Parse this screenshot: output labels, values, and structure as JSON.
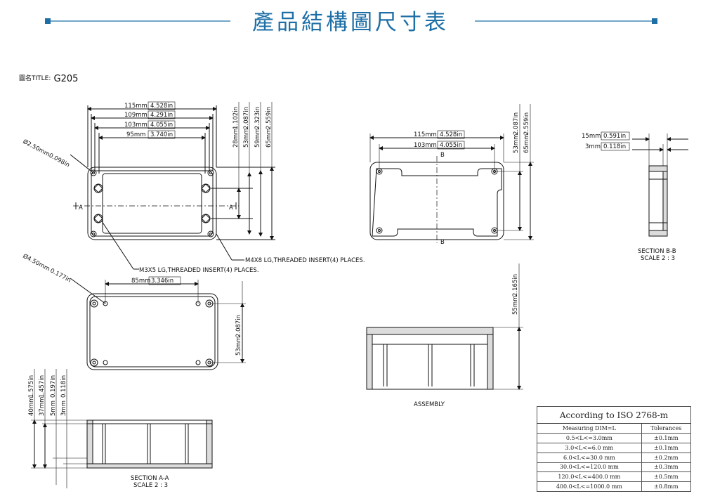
{
  "header": {
    "title": "產品結構圖尺寸表",
    "accent_color": "#1d6fa6"
  },
  "drawing": {
    "title_label": "圖名TITLE:",
    "title_value": "G205"
  },
  "top_view": {
    "dims": [
      "115mm",
      "4.528in",
      "109mm",
      "4.291in",
      "103mm",
      "4.055in",
      "95mm",
      "3.740in"
    ],
    "vdims": [
      "28mm",
      "1.102in",
      "53mm",
      "2.087in",
      "59mm",
      "2.323in",
      "65mm",
      "2.559in"
    ],
    "hole_dia": "Ø2.50mm",
    "hole_dia_in": "0.098in",
    "section_mark": "A",
    "note_m4": "M4X8 LG,THREADED INSERT(4) PLACES.",
    "note_m3": "M3X5 LG,THREADED INSERT(4) PLACES."
  },
  "bottom_view": {
    "hole_dia": "Ø4.50mm",
    "hole_dia_in": "0.177in",
    "dim_h": "85mm",
    "dim_h_in": "3.346in",
    "dim_v": "53mm",
    "dim_v_in": "2.087in"
  },
  "lid_view": {
    "dims": [
      "115mm",
      "4.528in",
      "103mm",
      "4.055in"
    ],
    "vdims": [
      "53mm",
      "2.087in",
      "65mm",
      "2.559in"
    ],
    "section_mark": "B"
  },
  "section_bb": {
    "dims": [
      "15mm",
      "0.591in",
      "3mm",
      "0.118in"
    ],
    "label": "SECTION  B-B",
    "scale": "SCALE  2 : 3"
  },
  "assembly": {
    "dim": "55mm",
    "dim_in": "2.165in",
    "label": "ASSEMBLY"
  },
  "section_aa": {
    "dims": [
      "40mm",
      "1.575in",
      "37mm",
      "1.457in",
      "5mm",
      "0.197in",
      "3mm",
      "0.118in"
    ],
    "label": "SECTION  A-A",
    "scale": "SCALE  2 : 3"
  },
  "tolerance_table": {
    "title": "According to ISO 2768-m",
    "col1": "Measuring  DIM=L",
    "col2": "Tolerances",
    "rows": [
      {
        "range": "0.5<L<=3.0mm",
        "tol": "±0.1mm"
      },
      {
        "range": "3.0<L<=6.0 mm",
        "tol": "±0.1mm"
      },
      {
        "range": "6.0<L<=30.0 mm",
        "tol": "±0.2mm"
      },
      {
        "range": "30.0<L<=120.0 mm",
        "tol": "±0.3mm"
      },
      {
        "range": "120.0<L<=400.0 mm",
        "tol": "±0.5mm"
      },
      {
        "range": "400.0<L<=1000.0 mm",
        "tol": "±0.8mm"
      }
    ]
  }
}
